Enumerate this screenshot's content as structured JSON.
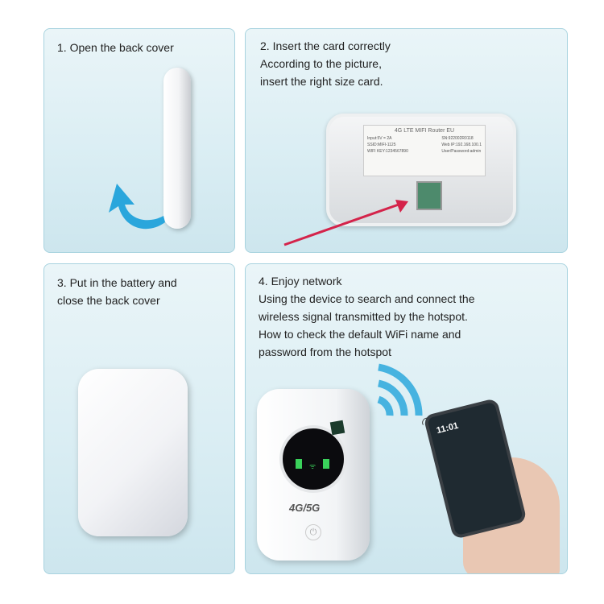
{
  "steps": [
    {
      "lines": [
        "1. Open the back cover"
      ]
    },
    {
      "lines": [
        "2. Insert the card correctly",
        "According to the picture,",
        "insert the right size card."
      ],
      "router_label": {
        "title": "4G LTE MIFI Router EU",
        "left": [
          "Input:5V = 2A",
          "SSID:MIFI-1125",
          "WIFI KEY:1234567890"
        ],
        "right": [
          "SN:922002R0118",
          "Web IP:192.168.100.1",
          "User/Password:admin"
        ]
      }
    },
    {
      "lines": [
        "3. Put in the battery and",
        "close the back cover"
      ]
    },
    {
      "lines": [
        "4. Enjoy network",
        "Using the device to search and connect the",
        "wireless signal transmitted by the hotspot.",
        "How to check the default WiFi name and",
        "password from the hotspot"
      ],
      "device_logo": "4G/5G",
      "phone_time": "11:01"
    }
  ],
  "colors": {
    "panel_border": "#a8d3df",
    "arrow_blue": "#2aa6dc",
    "arrow_red": "#d4234a",
    "wifi_blue": "#47b3e0"
  }
}
